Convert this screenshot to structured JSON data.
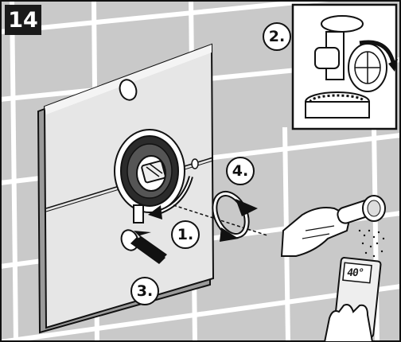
{
  "step_number": "14",
  "callouts": [
    {
      "id": "c1",
      "label": "1."
    },
    {
      "id": "c2",
      "label": "2."
    },
    {
      "id": "c3",
      "label": "3."
    },
    {
      "id": "c4",
      "label": "4."
    }
  ],
  "thermometer_reading": "40°",
  "colors": {
    "tile": "#c9c9c9",
    "grout": "#ffffff",
    "plate": "#e6e6e6",
    "outline": "#111111",
    "inset_bg": "#ffffff"
  }
}
